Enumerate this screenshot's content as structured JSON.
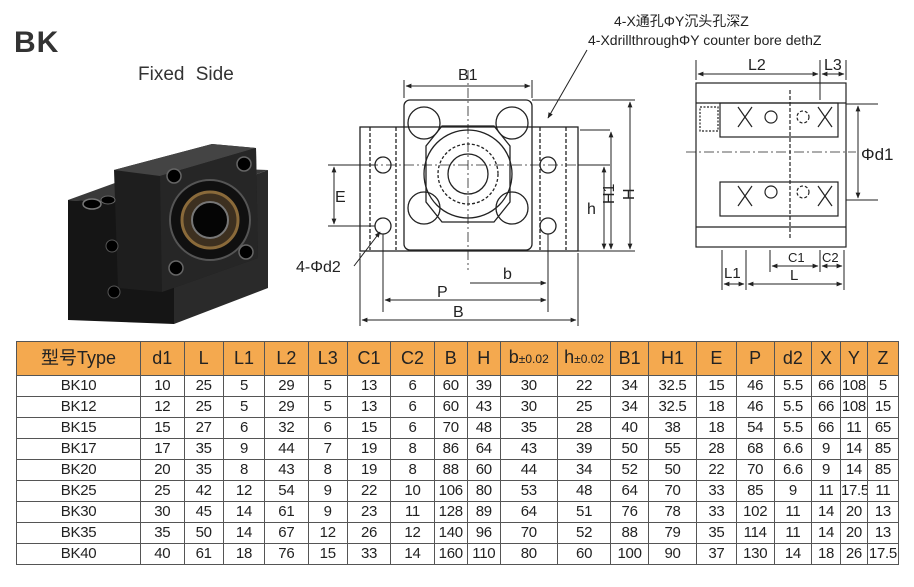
{
  "header": {
    "title": "BK",
    "subtitle": "Fixed Side"
  },
  "drawing": {
    "callout_line1": "4-X通孔ΦY沉头孔深Z",
    "callout_line2": "4-XdrillthroughΦY counter bore dethZ",
    "dims": {
      "B1": "B1",
      "E": "E",
      "h": "h",
      "H1": "H1",
      "H": "H",
      "hole": "4-Φd2",
      "b": "b",
      "P": "P",
      "B": "B",
      "L2": "L2",
      "L3": "L3",
      "d1": "Φd1",
      "L1": "L1",
      "C1": "C1",
      "C2": "C2",
      "L": "L"
    }
  },
  "table": {
    "headers": [
      {
        "label": "型号Type"
      },
      {
        "label": "d1"
      },
      {
        "label": "L"
      },
      {
        "label": "L1"
      },
      {
        "label": "L2"
      },
      {
        "label": "L3"
      },
      {
        "label": "C1"
      },
      {
        "label": "C2"
      },
      {
        "label": "B"
      },
      {
        "label": "H"
      },
      {
        "label": "b",
        "tol": "±0.02"
      },
      {
        "label": "h",
        "tol": "±0.02"
      },
      {
        "label": "B1"
      },
      {
        "label": "H1"
      },
      {
        "label": "E"
      },
      {
        "label": "P"
      },
      {
        "label": "d2"
      },
      {
        "label": "X"
      },
      {
        "label": "Y"
      },
      {
        "label": "Z"
      }
    ],
    "rows": [
      [
        "BK10",
        "10",
        "25",
        "5",
        "29",
        "5",
        "13",
        "6",
        "60",
        "39",
        "30",
        "22",
        "34",
        "32.5",
        "15",
        "46",
        "5.5",
        "66",
        "108",
        "5"
      ],
      [
        "BK12",
        "12",
        "25",
        "5",
        "29",
        "5",
        "13",
        "6",
        "60",
        "43",
        "30",
        "25",
        "34",
        "32.5",
        "18",
        "46",
        "5.5",
        "66",
        "108",
        "15"
      ],
      [
        "BK15",
        "15",
        "27",
        "6",
        "32",
        "6",
        "15",
        "6",
        "70",
        "48",
        "35",
        "28",
        "40",
        "38",
        "18",
        "54",
        "5.5",
        "66",
        "11",
        "65"
      ],
      [
        "BK17",
        "17",
        "35",
        "9",
        "44",
        "7",
        "19",
        "8",
        "86",
        "64",
        "43",
        "39",
        "50",
        "55",
        "28",
        "68",
        "6.6",
        "9",
        "14",
        "85"
      ],
      [
        "BK20",
        "20",
        "35",
        "8",
        "43",
        "8",
        "19",
        "8",
        "88",
        "60",
        "44",
        "34",
        "52",
        "50",
        "22",
        "70",
        "6.6",
        "9",
        "14",
        "85"
      ],
      [
        "BK25",
        "25",
        "42",
        "12",
        "54",
        "9",
        "22",
        "10",
        "106",
        "80",
        "53",
        "48",
        "64",
        "70",
        "33",
        "85",
        "9",
        "11",
        "17.5",
        "11"
      ],
      [
        "BK30",
        "30",
        "45",
        "14",
        "61",
        "9",
        "23",
        "11",
        "128",
        "89",
        "64",
        "51",
        "76",
        "78",
        "33",
        "102",
        "11",
        "14",
        "20",
        "13"
      ],
      [
        "BK35",
        "35",
        "50",
        "14",
        "67",
        "12",
        "26",
        "12",
        "140",
        "96",
        "70",
        "52",
        "88",
        "79",
        "35",
        "114",
        "11",
        "14",
        "20",
        "13"
      ],
      [
        "BK40",
        "40",
        "61",
        "18",
        "76",
        "15",
        "33",
        "14",
        "160",
        "110",
        "80",
        "60",
        "100",
        "90",
        "37",
        "130",
        "14",
        "18",
        "26",
        "17.5"
      ]
    ]
  },
  "colors": {
    "header_bg": "#f4a94f",
    "line": "#222222",
    "product_metal": "#1c1c1c"
  }
}
